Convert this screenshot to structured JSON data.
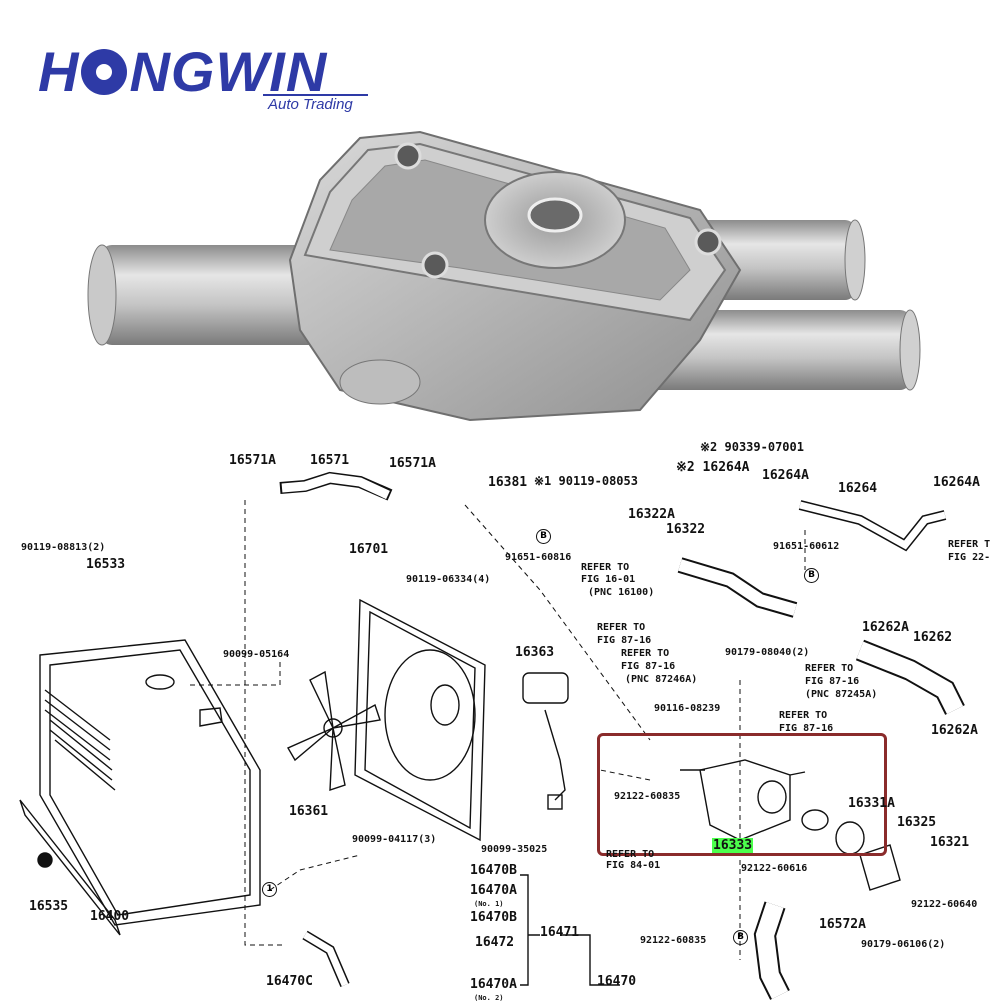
{
  "logo": {
    "brand_text": "HONGWIN",
    "tagline": "Auto Trading"
  },
  "diagram": {
    "callouts": [
      "16571A",
      "16571",
      "16571A",
      "16381",
      "※1 90119-08053",
      "※2 90339-07001",
      "※2 16264A",
      "16264A",
      "16264",
      "16264A",
      "16322A",
      "16322",
      "REFER TO",
      "FIG 16-01",
      "(PNC 16100)",
      "91651-60816",
      "91651-60612",
      "REFER T",
      "FIG 22-",
      "90119-08813(2)",
      "16533",
      "16701",
      "90119-06334(4)",
      "16363",
      "REFER TO",
      "FIG 87-16",
      "REFER TO",
      "FIG 87-16",
      "(PNC 87246A)",
      "90179-08040(2)",
      "16262A",
      "16262",
      "REFER TO",
      "FIG 87-16",
      "(PNC 87245A)",
      "90099-05164",
      "90116-08239",
      "REFER TO",
      "FIG 87-16",
      "16262A",
      "16361",
      "92122-60835",
      "16331A",
      "16325",
      "90099-04117(3)",
      "90099-35025",
      "REFER TO",
      "FIG 84-01",
      "16333",
      "16321",
      "92122-60616",
      "16535",
      "16400",
      "16470B",
      "16470A",
      "(No. 1)",
      "16470B",
      "16472",
      "16471",
      "92122-60640",
      "16572A",
      "92122-60835",
      "90179-06106(2)",
      "16470C",
      "16470A",
      "(No. 2)",
      "16470"
    ],
    "highlighted_part": "16333"
  }
}
